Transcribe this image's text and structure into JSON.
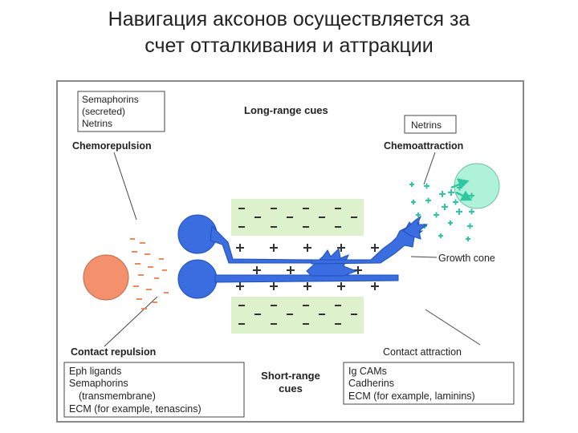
{
  "slide": {
    "title_line1": "Навигация аксонов осуществляется  за",
    "title_line2": "счет отталкивания и аттракции"
  },
  "figure": {
    "long_range_cues": "Long-range cues",
    "short_range_cues_line1": "Short-range",
    "short_range_cues_line2": "cues",
    "chemorepulsion": "Chemorepulsion",
    "chemoattraction": "Chemoattraction",
    "contact_repulsion": "Contact repulsion",
    "contact_attraction": "Contact attraction",
    "growth_cone": "Growth cone",
    "semaphorins_box": [
      "Semaphorins",
      "(secreted)",
      "Netrins"
    ],
    "netrins_box": "Netrins",
    "contact_repulsion_box": [
      "Eph ligands",
      "Semaphorins",
      "(transmembrane)",
      "ECM (for example, tenascins)"
    ],
    "contact_attraction_box": [
      "Ig CAMs",
      "Cadherins",
      "ECM (for example, laminins)"
    ],
    "minus_sign": "-",
    "plus_sign": "+"
  },
  "colors": {
    "neuron_blue": "#3a6ee0",
    "repellent_cell": "#f4906c",
    "attractant_cell": "#aef2da",
    "attractant_plus": "#2fc7a0",
    "repellent_minus": "#ee8a5a",
    "substrate_green": "#ddf2cc"
  }
}
